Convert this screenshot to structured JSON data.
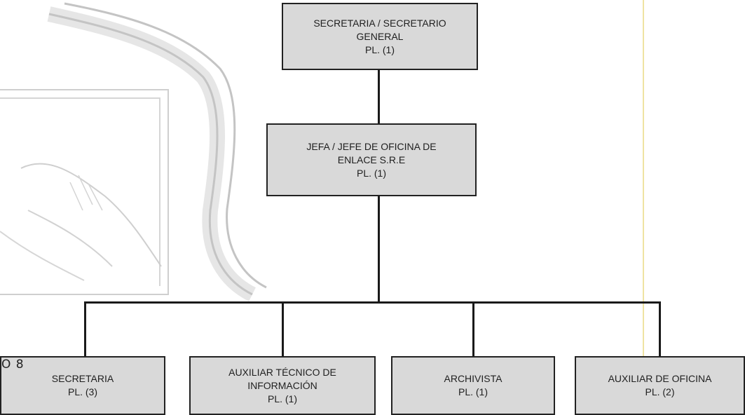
{
  "corner_digits": "O 8",
  "org_chart": {
    "top": {
      "line1": "SECRETARIA / SECRETARIO",
      "line2": "GENERAL",
      "line3": "PL. (1)"
    },
    "middle": {
      "line1": "JEFA / JEFE DE OFICINA DE",
      "line2": "ENLACE S.R.E",
      "line3": "PL. (1)"
    },
    "bottom": [
      {
        "line1": "SECRETARIA",
        "line2": "PL. (3)"
      },
      {
        "line1": "AUXILIAR TÉCNICO DE",
        "line2": "INFORMACIÓN",
        "line3": "PL. (1)"
      },
      {
        "line1": "ARCHIVISTA",
        "line2": "PL. (1)"
      },
      {
        "line1": "AUXILIAR DE OFICINA",
        "line2": "PL. (2)"
      }
    ]
  },
  "colors": {
    "box_fill": "#d9d9d9",
    "box_border": "#222222",
    "connector": "#1a1a1a",
    "watermark": "#c4c4c4",
    "edge_line": "#efe3a2"
  }
}
